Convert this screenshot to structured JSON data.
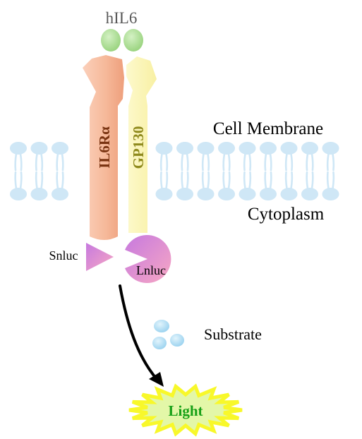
{
  "labels": {
    "ligand": "hIL6",
    "receptor_a": "IL6Rα",
    "receptor_b": "GP130",
    "membrane": "Cell Membrane",
    "cytoplasm": "Cytoplasm",
    "small_fragment": "Snluc",
    "large_fragment": "Lnluc",
    "substrate": "Substrate",
    "output": "Light"
  },
  "colors": {
    "ligand": "#a8db8f",
    "receptor_a": "#f6b99a",
    "receptor_a_text": "#7a3412",
    "receptor_b": "#fbf5b5",
    "receptor_b_text": "#8f8a1c",
    "membrane_lipid": "#cfe7f6",
    "luciferase_a": "#d98ad8",
    "luciferase_b": "#f2a0c8",
    "substrate": "#a9d9f2",
    "light_burst": "#f8f82a",
    "light_fill": "#e3f7a8",
    "light_text": "#17a017"
  }
}
